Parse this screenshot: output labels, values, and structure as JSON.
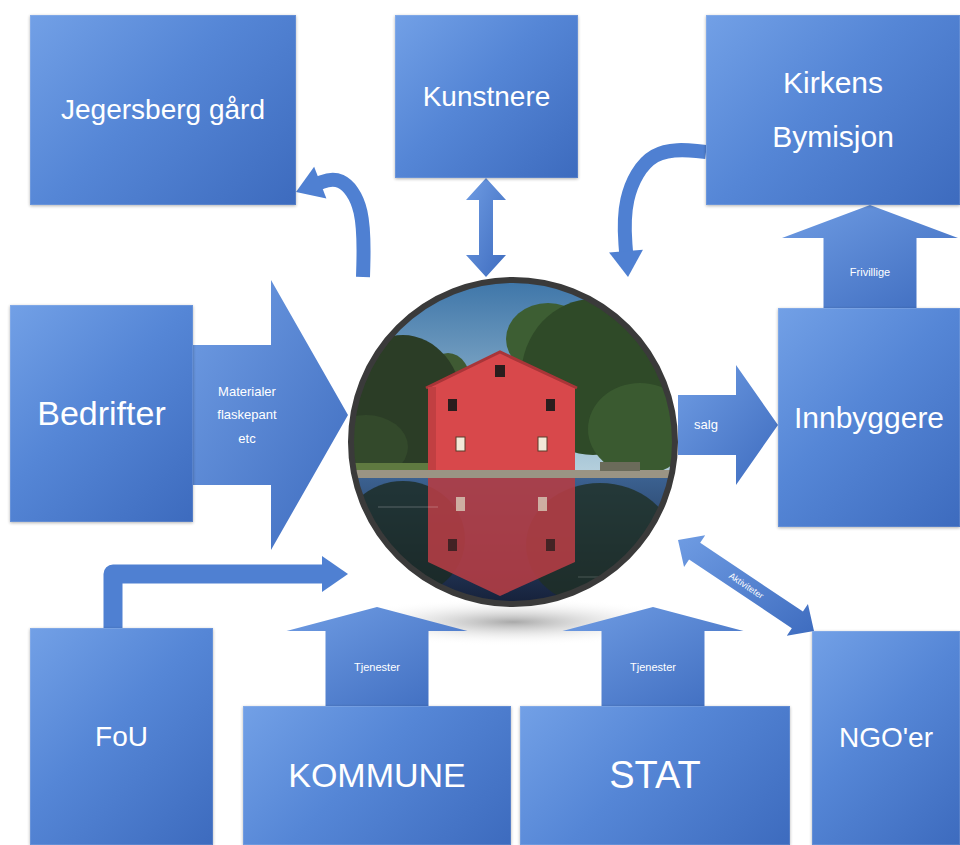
{
  "diagram": {
    "nodes": [
      {
        "text": [
          "Jegersberg gård"
        ]
      },
      {
        "text": [
          "Kunstnere"
        ]
      },
      {
        "text": [
          "Kirkens Bymisjon"
        ]
      },
      {
        "text": [
          "Bedrifter"
        ]
      },
      {
        "text": []
      },
      {
        "text": [
          "Innbyggere"
        ]
      },
      {
        "text": [
          "FoU"
        ]
      },
      {
        "text": [
          "KOMMUNE"
        ]
      },
      {
        "text": [
          "STAT"
        ]
      },
      {
        "text": [
          "NGO'er"
        ]
      }
    ],
    "edges": [
      {
        "from": 4,
        "to": 0,
        "arrow": "to"
      },
      {
        "from": 1,
        "to": 4,
        "arrow": "both"
      },
      {
        "from": 2,
        "to": 4,
        "arrow": "to"
      },
      {
        "from": 3,
        "to": 4,
        "label": "Materialer flaskepant etc",
        "arrow": "to"
      },
      {
        "from": 4,
        "to": 5,
        "label": "salg",
        "arrow": "to"
      },
      {
        "from": 5,
        "to": 2,
        "label": "Frivillige",
        "arrow": "to"
      },
      {
        "from": 6,
        "to": 4,
        "arrow": "to"
      },
      {
        "from": 7,
        "to": 4,
        "label": "Tjenester",
        "arrow": "to"
      },
      {
        "from": 8,
        "to": 4,
        "label": "Tjenester",
        "arrow": "to"
      },
      {
        "from": 4,
        "to": 9,
        "label": "Aktiviteter",
        "arrow": "both"
      }
    ]
  }
}
